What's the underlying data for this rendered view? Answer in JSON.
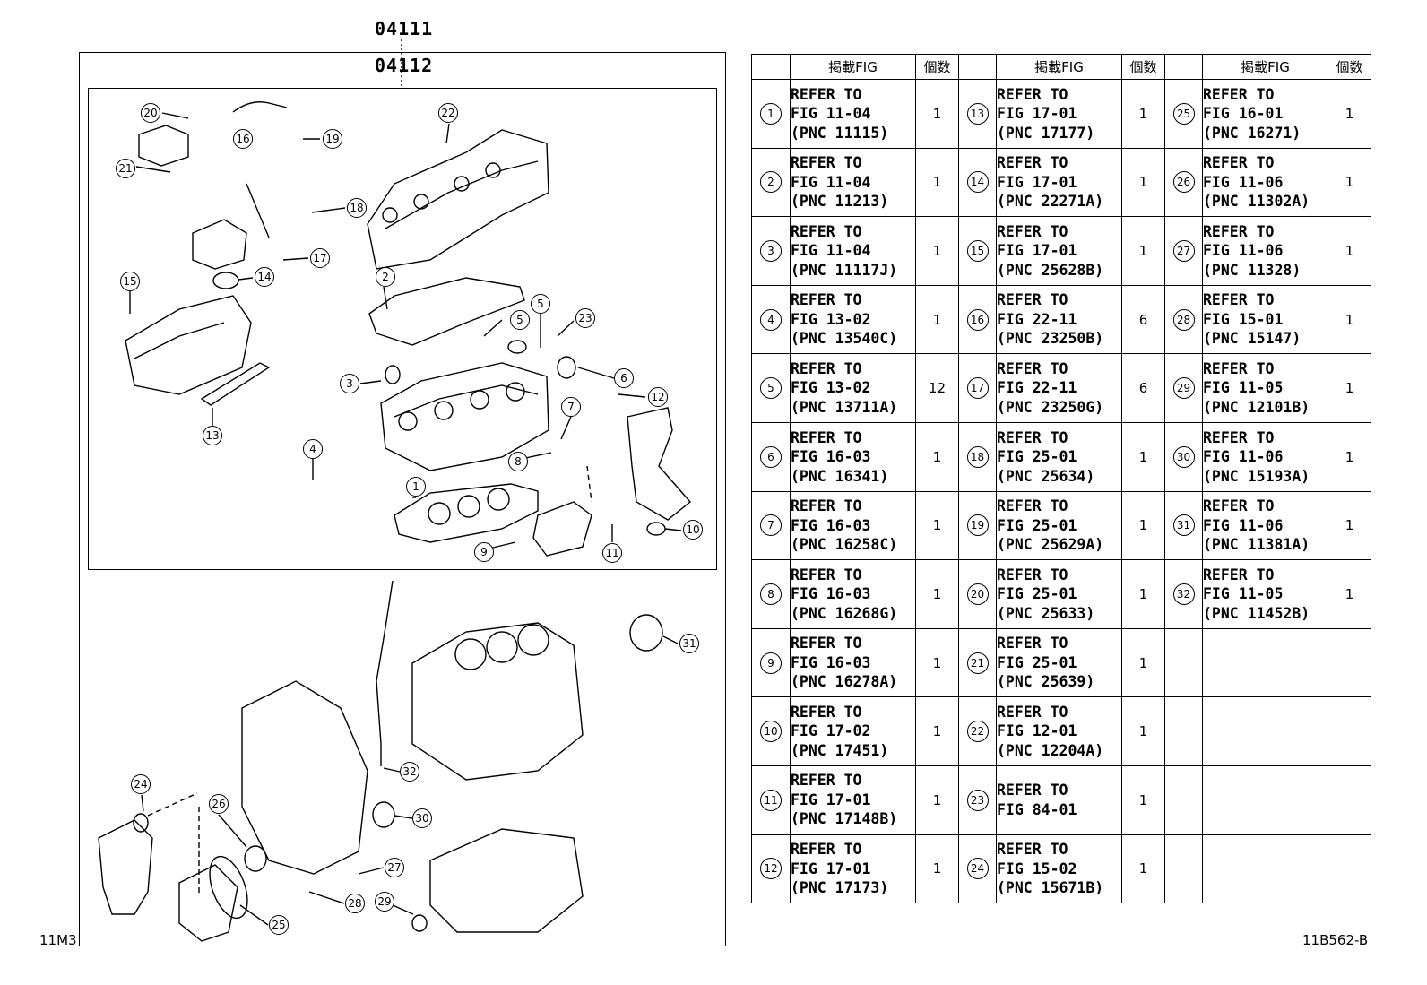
{
  "diagram": {
    "kit_outer": "04111",
    "kit_inner": "04112",
    "left_code": "11M3",
    "right_code": "11B562-B",
    "callouts": [
      "1",
      "2",
      "3",
      "4",
      "5",
      "6",
      "7",
      "8",
      "9",
      "10",
      "11",
      "12",
      "13",
      "14",
      "15",
      "16",
      "17",
      "18",
      "19",
      "20",
      "21",
      "22",
      "23",
      "24",
      "25",
      "26",
      "27",
      "28",
      "29",
      "30",
      "31",
      "32"
    ]
  },
  "table": {
    "headers": {
      "num": "",
      "fig": "掲載FIG",
      "qty": "個数"
    },
    "rows": [
      [
        {
          "num": "1",
          "ref": "REFER TO\nFIG 11-04\n(PNC 11115)",
          "qty": "1"
        },
        {
          "num": "13",
          "ref": "REFER TO\nFIG 17-01\n(PNC 17177)",
          "qty": "1"
        },
        {
          "num": "25",
          "ref": "REFER TO\nFIG 16-01\n(PNC 16271)",
          "qty": "1"
        }
      ],
      [
        {
          "num": "2",
          "ref": "REFER TO\nFIG 11-04\n(PNC 11213)",
          "qty": "1"
        },
        {
          "num": "14",
          "ref": "REFER TO\nFIG 17-01\n(PNC 22271A)",
          "qty": "1"
        },
        {
          "num": "26",
          "ref": "REFER TO\nFIG 11-06\n(PNC 11302A)",
          "qty": "1"
        }
      ],
      [
        {
          "num": "3",
          "ref": "REFER TO\nFIG 11-04\n(PNC 11117J)",
          "qty": "1"
        },
        {
          "num": "15",
          "ref": "REFER TO\nFIG 17-01\n(PNC 25628B)",
          "qty": "1"
        },
        {
          "num": "27",
          "ref": "REFER TO\nFIG 11-06\n(PNC 11328)",
          "qty": "1"
        }
      ],
      [
        {
          "num": "4",
          "ref": "REFER TO\nFIG 13-02\n(PNC 13540C)",
          "qty": "1"
        },
        {
          "num": "16",
          "ref": "REFER TO\nFIG 22-11\n(PNC 23250B)",
          "qty": "6"
        },
        {
          "num": "28",
          "ref": "REFER TO\nFIG 15-01\n(PNC 15147)",
          "qty": "1"
        }
      ],
      [
        {
          "num": "5",
          "ref": "REFER TO\nFIG 13-02\n(PNC 13711A)",
          "qty": "12"
        },
        {
          "num": "17",
          "ref": "REFER TO\nFIG 22-11\n(PNC 23250G)",
          "qty": "6"
        },
        {
          "num": "29",
          "ref": "REFER TO\nFIG 11-05\n(PNC 12101B)",
          "qty": "1"
        }
      ],
      [
        {
          "num": "6",
          "ref": "REFER TO\nFIG 16-03\n(PNC 16341)",
          "qty": "1"
        },
        {
          "num": "18",
          "ref": "REFER TO\nFIG 25-01\n(PNC 25634)",
          "qty": "1"
        },
        {
          "num": "30",
          "ref": "REFER TO\nFIG 11-06\n(PNC 15193A)",
          "qty": "1"
        }
      ],
      [
        {
          "num": "7",
          "ref": "REFER TO\nFIG 16-03\n(PNC 16258C)",
          "qty": "1"
        },
        {
          "num": "19",
          "ref": "REFER TO\nFIG 25-01\n(PNC 25629A)",
          "qty": "1"
        },
        {
          "num": "31",
          "ref": "REFER TO\nFIG 11-06\n(PNC 11381A)",
          "qty": "1"
        }
      ],
      [
        {
          "num": "8",
          "ref": "REFER TO\nFIG 16-03\n(PNC 16268G)",
          "qty": "1"
        },
        {
          "num": "20",
          "ref": "REFER TO\nFIG 25-01\n(PNC 25633)",
          "qty": "1"
        },
        {
          "num": "32",
          "ref": "REFER TO\nFIG 11-05\n(PNC 11452B)",
          "qty": "1"
        }
      ],
      [
        {
          "num": "9",
          "ref": "REFER TO\nFIG 16-03\n(PNC 16278A)",
          "qty": "1"
        },
        {
          "num": "21",
          "ref": "REFER TO\nFIG 25-01\n(PNC 25639)",
          "qty": "1"
        },
        {
          "num": "",
          "ref": "",
          "qty": ""
        }
      ],
      [
        {
          "num": "10",
          "ref": "REFER TO\nFIG 17-02\n(PNC 17451)",
          "qty": "1"
        },
        {
          "num": "22",
          "ref": "REFER TO\nFIG 12-01\n(PNC 12204A)",
          "qty": "1"
        },
        {
          "num": "",
          "ref": "",
          "qty": ""
        }
      ],
      [
        {
          "num": "11",
          "ref": "REFER TO\nFIG 17-01\n(PNC 17148B)",
          "qty": "1"
        },
        {
          "num": "23",
          "ref": "REFER TO\nFIG 84-01",
          "qty": "1"
        },
        {
          "num": "",
          "ref": "",
          "qty": ""
        }
      ],
      [
        {
          "num": "12",
          "ref": "REFER TO\nFIG 17-01\n(PNC 17173)",
          "qty": "1"
        },
        {
          "num": "24",
          "ref": "REFER TO\nFIG 15-02\n(PNC 15671B)",
          "qty": "1"
        },
        {
          "num": "",
          "ref": "",
          "qty": ""
        }
      ]
    ]
  }
}
